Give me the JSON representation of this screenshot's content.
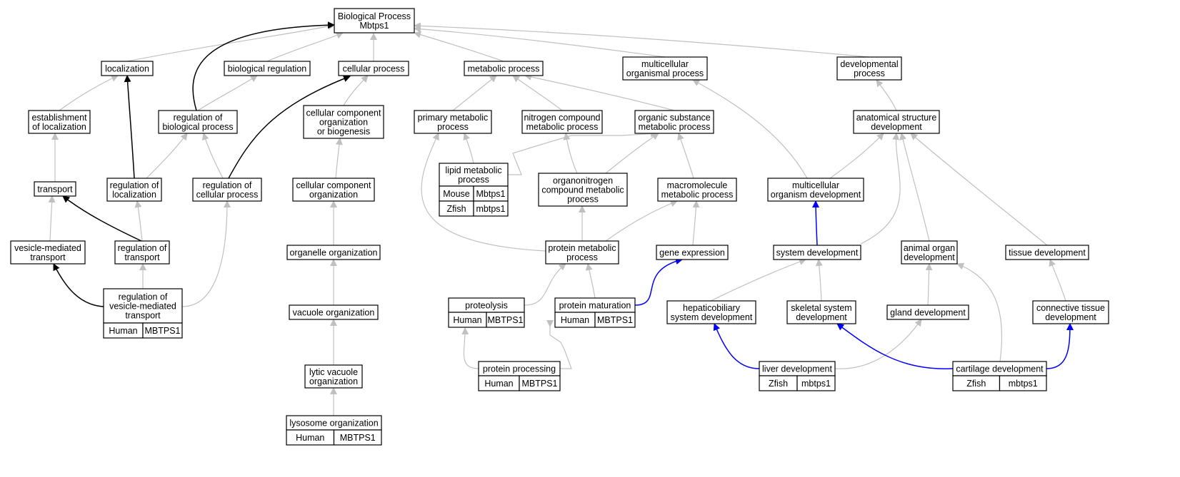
{
  "nodes": [
    {
      "id": "bp",
      "lines": [
        "Biological Process",
        "Mbtps1"
      ]
    },
    {
      "id": "loc",
      "lines": [
        "localization"
      ]
    },
    {
      "id": "bioreg",
      "lines": [
        "biological regulation"
      ]
    },
    {
      "id": "cell",
      "lines": [
        "cellular process"
      ]
    },
    {
      "id": "metab",
      "lines": [
        "metabolic process"
      ]
    },
    {
      "id": "multi",
      "lines": [
        "multicellular",
        "organismal process"
      ]
    },
    {
      "id": "devp",
      "lines": [
        "developmental",
        "process"
      ]
    },
    {
      "id": "estloc",
      "lines": [
        "establishment",
        "of localization"
      ]
    },
    {
      "id": "regbio",
      "lines": [
        "regulation of",
        "biological process"
      ]
    },
    {
      "id": "ccob",
      "lines": [
        "cellular component",
        "organization",
        "or biogenesis"
      ]
    },
    {
      "id": "primary",
      "lines": [
        "primary metabolic",
        "process"
      ]
    },
    {
      "id": "nitro",
      "lines": [
        "nitrogen compound",
        "metabolic process"
      ]
    },
    {
      "id": "organic",
      "lines": [
        "organic substance",
        "metabolic process"
      ]
    },
    {
      "id": "anat",
      "lines": [
        "anatomical structure",
        "development"
      ]
    },
    {
      "id": "lipid",
      "lines": [
        "lipid metabolic",
        "process"
      ],
      "rows": [
        {
          "species": "Mouse",
          "gene": "Mbtps1",
          "color": "#add8e6"
        },
        {
          "species": "Zfish",
          "gene": "mbtps1",
          "color": "#6495ed"
        }
      ]
    },
    {
      "id": "transport",
      "lines": [
        "transport"
      ]
    },
    {
      "id": "regloc",
      "lines": [
        "regulation of",
        "localization"
      ]
    },
    {
      "id": "regcell",
      "lines": [
        "regulation of",
        "cellular process"
      ]
    },
    {
      "id": "cco",
      "lines": [
        "cellular component",
        "organization"
      ]
    },
    {
      "id": "orgnitro",
      "lines": [
        "organonitrogen",
        "compound metabolic",
        "process"
      ]
    },
    {
      "id": "macro",
      "lines": [
        "macromolecule",
        "metabolic process"
      ]
    },
    {
      "id": "multidev",
      "lines": [
        "multicellular",
        "organism development"
      ]
    },
    {
      "id": "vesicle",
      "lines": [
        "vesicle-mediated",
        "transport"
      ]
    },
    {
      "id": "regtrans",
      "lines": [
        "regulation of",
        "transport"
      ]
    },
    {
      "id": "organelle",
      "lines": [
        "organelle organization"
      ]
    },
    {
      "id": "protmet",
      "lines": [
        "protein metabolic",
        "process"
      ]
    },
    {
      "id": "geneexp",
      "lines": [
        "gene expression"
      ]
    },
    {
      "id": "sysdev",
      "lines": [
        "system development"
      ]
    },
    {
      "id": "animal",
      "lines": [
        "animal organ",
        "development"
      ]
    },
    {
      "id": "tissue",
      "lines": [
        "tissue development"
      ]
    },
    {
      "id": "regves",
      "lines": [
        "regulation of",
        "vesicle-mediated",
        "transport"
      ],
      "rows": [
        {
          "species": "Human",
          "gene": "MBTPS1",
          "color": "#ff6347"
        }
      ]
    },
    {
      "id": "vacuole",
      "lines": [
        "vacuole organization"
      ]
    },
    {
      "id": "proteo",
      "lines": [
        "proteolysis"
      ],
      "rows": [
        {
          "species": "Human",
          "gene": "MBTPS1",
          "color": "#ff6347"
        }
      ]
    },
    {
      "id": "protmat",
      "lines": [
        "protein maturation"
      ],
      "rows": [
        {
          "species": "Human",
          "gene": "MBTPS1",
          "color": "#ff6347"
        }
      ]
    },
    {
      "id": "hepato",
      "lines": [
        "hepaticobiliary",
        "system development"
      ]
    },
    {
      "id": "skeletal",
      "lines": [
        "skeletal system",
        "development"
      ]
    },
    {
      "id": "gland",
      "lines": [
        "gland development"
      ]
    },
    {
      "id": "connective",
      "lines": [
        "connective tissue",
        "development"
      ]
    },
    {
      "id": "lytic",
      "lines": [
        "lytic vacuole",
        "organization"
      ]
    },
    {
      "id": "protproc",
      "lines": [
        "protein processing"
      ],
      "rows": [
        {
          "species": "Human",
          "gene": "MBTPS1",
          "color": "#ff6347"
        }
      ]
    },
    {
      "id": "liver",
      "lines": [
        "liver development"
      ],
      "rows": [
        {
          "species": "Zfish",
          "gene": "mbtps1",
          "color": "#6495ed"
        }
      ]
    },
    {
      "id": "cartilage",
      "lines": [
        "cartilage development"
      ],
      "rows": [
        {
          "species": "Zfish",
          "gene": "mbtps1",
          "color": "#6495ed"
        }
      ]
    },
    {
      "id": "lysosome",
      "lines": [
        "lysosome organization"
      ],
      "rows": [
        {
          "species": "Human",
          "gene": "MBTPS1",
          "color": "#ff6347"
        }
      ]
    }
  ],
  "edges": [
    {
      "from": "loc",
      "to": "bp",
      "color": "#c0c0c0"
    },
    {
      "from": "bioreg",
      "to": "bp",
      "color": "#c0c0c0"
    },
    {
      "from": "cell",
      "to": "bp",
      "color": "#c0c0c0"
    },
    {
      "from": "metab",
      "to": "bp",
      "color": "#c0c0c0"
    },
    {
      "from": "multi",
      "to": "bp",
      "color": "#c0c0c0"
    },
    {
      "from": "devp",
      "to": "bp",
      "color": "#c0c0c0"
    },
    {
      "from": "regbio",
      "to": "bp",
      "color": "#000000"
    },
    {
      "from": "estloc",
      "to": "loc",
      "color": "#c0c0c0"
    },
    {
      "from": "regbio",
      "to": "bioreg",
      "color": "#c0c0c0"
    },
    {
      "from": "ccob",
      "to": "cell",
      "color": "#c0c0c0"
    },
    {
      "from": "regcell",
      "to": "cell",
      "color": "#000000"
    },
    {
      "from": "primary",
      "to": "metab",
      "color": "#c0c0c0"
    },
    {
      "from": "nitro",
      "to": "metab",
      "color": "#c0c0c0"
    },
    {
      "from": "organic",
      "to": "metab",
      "color": "#c0c0c0"
    },
    {
      "from": "multidev",
      "to": "multi",
      "color": "#c0c0c0"
    },
    {
      "from": "anat",
      "to": "devp",
      "color": "#c0c0c0"
    },
    {
      "from": "transport",
      "to": "estloc",
      "color": "#c0c0c0"
    },
    {
      "from": "regloc",
      "to": "loc",
      "color": "#000000"
    },
    {
      "from": "regloc",
      "to": "regbio",
      "color": "#c0c0c0"
    },
    {
      "from": "regcell",
      "to": "regbio",
      "color": "#c0c0c0"
    },
    {
      "from": "cco",
      "to": "ccob",
      "color": "#c0c0c0"
    },
    {
      "from": "lipid",
      "to": "primary",
      "color": "#c0c0c0"
    },
    {
      "from": "lipid",
      "to": "organic",
      "color": "#c0c0c0"
    },
    {
      "from": "orgnitro",
      "to": "nitro",
      "color": "#c0c0c0"
    },
    {
      "from": "orgnitro",
      "to": "organic",
      "color": "#c0c0c0"
    },
    {
      "from": "macro",
      "to": "organic",
      "color": "#c0c0c0"
    },
    {
      "from": "multidev",
      "to": "anat",
      "color": "#c0c0c0"
    },
    {
      "from": "vesicle",
      "to": "transport",
      "color": "#c0c0c0"
    },
    {
      "from": "regtrans",
      "to": "transport",
      "color": "#000000"
    },
    {
      "from": "regtrans",
      "to": "regloc",
      "color": "#c0c0c0"
    },
    {
      "from": "regves",
      "to": "regcell",
      "color": "#c0c0c0"
    },
    {
      "from": "organelle",
      "to": "cco",
      "color": "#c0c0c0"
    },
    {
      "from": "protmet",
      "to": "primary",
      "color": "#c0c0c0"
    },
    {
      "from": "protmet",
      "to": "orgnitro",
      "color": "#c0c0c0"
    },
    {
      "from": "protmet",
      "to": "macro",
      "color": "#c0c0c0"
    },
    {
      "from": "geneexp",
      "to": "macro",
      "color": "#c0c0c0"
    },
    {
      "from": "sysdev",
      "to": "multidev",
      "color": "#0000ff"
    },
    {
      "from": "sysdev",
      "to": "anat",
      "color": "#c0c0c0"
    },
    {
      "from": "animal",
      "to": "anat",
      "color": "#c0c0c0"
    },
    {
      "from": "tissue",
      "to": "anat",
      "color": "#c0c0c0"
    },
    {
      "from": "regves",
      "to": "vesicle",
      "color": "#000000"
    },
    {
      "from": "regves",
      "to": "regtrans",
      "color": "#c0c0c0"
    },
    {
      "from": "vacuole",
      "to": "organelle",
      "color": "#c0c0c0"
    },
    {
      "from": "proteo",
      "to": "protmet",
      "color": "#c0c0c0"
    },
    {
      "from": "protmat",
      "to": "protmet",
      "color": "#c0c0c0"
    },
    {
      "from": "protmat",
      "to": "geneexp",
      "color": "#0000ff"
    },
    {
      "from": "hepato",
      "to": "sysdev",
      "color": "#c0c0c0"
    },
    {
      "from": "skeletal",
      "to": "sysdev",
      "color": "#c0c0c0"
    },
    {
      "from": "gland",
      "to": "animal",
      "color": "#c0c0c0"
    },
    {
      "from": "cartilage",
      "to": "animal",
      "color": "#c0c0c0"
    },
    {
      "from": "connective",
      "to": "tissue",
      "color": "#c0c0c0"
    },
    {
      "from": "lytic",
      "to": "vacuole",
      "color": "#c0c0c0"
    },
    {
      "from": "protproc",
      "to": "proteo",
      "color": "#c0c0c0"
    },
    {
      "from": "protproc",
      "to": "protmat",
      "color": "#c0c0c0"
    },
    {
      "from": "liver",
      "to": "hepato",
      "color": "#0000ff"
    },
    {
      "from": "liver",
      "to": "gland",
      "color": "#c0c0c0"
    },
    {
      "from": "cartilage",
      "to": "skeletal",
      "color": "#0000ff"
    },
    {
      "from": "cartilage",
      "to": "connective",
      "color": "#0000ff"
    },
    {
      "from": "lysosome",
      "to": "lytic",
      "color": "#c0c0c0"
    }
  ]
}
